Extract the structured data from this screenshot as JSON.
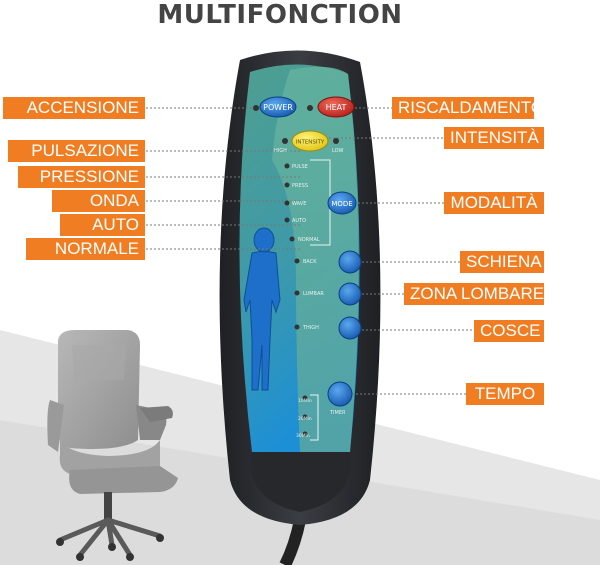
{
  "title": "MULTIFONCTION",
  "left_labels": [
    {
      "id": "accensione",
      "text": "ACCENSIONE"
    },
    {
      "id": "pulsazione",
      "text": "PULSAZIONE"
    },
    {
      "id": "pressione",
      "text": "PRESSIONE"
    },
    {
      "id": "onda",
      "text": "ONDA"
    },
    {
      "id": "auto",
      "text": "AUTO"
    },
    {
      "id": "normale",
      "text": "NORMALE"
    }
  ],
  "right_labels": [
    {
      "id": "riscaldamento",
      "text": "RISCALDAMENTO"
    },
    {
      "id": "intensita",
      "text": "INTENSITÀ"
    },
    {
      "id": "modalita",
      "text": "MODALITÀ"
    },
    {
      "id": "schiena",
      "text": "SCHIENA"
    },
    {
      "id": "zona_lombare",
      "text": "ZONA LOMBARE"
    },
    {
      "id": "cosce",
      "text": "COSCE"
    },
    {
      "id": "tempo",
      "text": "TEMPO"
    }
  ],
  "remote": {
    "power_label": "POWER",
    "heat_label": "HEAT",
    "intensity_label": "INTENSITY",
    "high_label": "HIGH",
    "low_label": "LOW",
    "mode_label": "MODE",
    "pulse_label": "PULSE",
    "press_label": "PRESS",
    "wave_label": "WAVE",
    "auto_label": "AUTO",
    "normal_label": "NORMAL",
    "back_label": "BACK",
    "lumbar_label": "LUMBAR",
    "thigh_label": "THIGH",
    "timer_label": "TIMER",
    "timer_10": "10Min",
    "timer_20": "20Min",
    "timer_30": "30Min"
  },
  "colors": {
    "label_bg": "#f07d22",
    "title": "#444444",
    "panel_teal": "#5fae9c",
    "panel_blue": "#2e8fd0",
    "button_blue": "#1f6fc6",
    "button_red": "#d9322b",
    "button_yellow": "#f2dc2a",
    "body_dark": "#2d2f33"
  }
}
